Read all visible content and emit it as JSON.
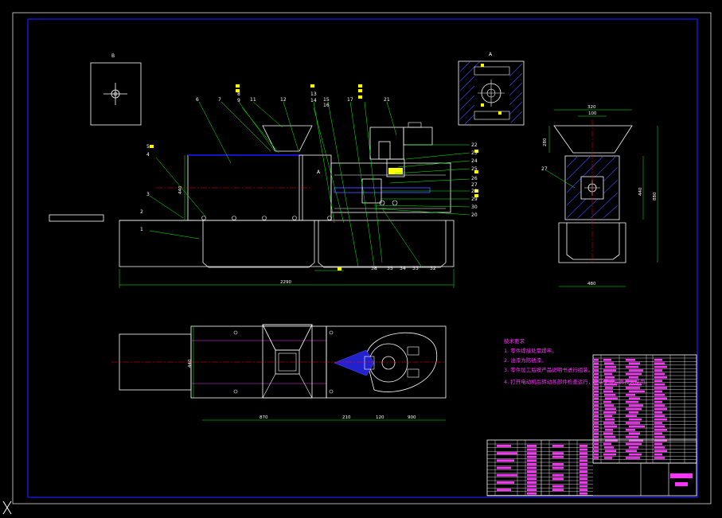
{
  "colors": {
    "background": "#000000",
    "frame": "#1a1aff",
    "outline": "#ffffff",
    "leader": "#00ff00",
    "center": "#ff0000",
    "note": "#ff33ff",
    "highlight": "#ffff00",
    "hatch": "#4444ff"
  },
  "views": {
    "detail_b_label": "B",
    "detail_a_label": "A",
    "front_dims": {
      "overall_length": "2290",
      "height": "440"
    },
    "side_dims": {
      "top_width": "320",
      "inner_width": "100",
      "hopper_height": "280",
      "height_a": "440",
      "height_b": "880",
      "base_width": "480"
    },
    "plan_dims": {
      "d1": "870",
      "d2": "210",
      "d3": "120",
      "d4": "900",
      "width": "440"
    },
    "part_labels_top": [
      "6",
      "7",
      "8",
      "9",
      "11",
      "12",
      "13",
      "14",
      "15",
      "16",
      "17",
      "21"
    ],
    "part_labels_right": [
      "22",
      "23",
      "24",
      "25",
      "26",
      "27",
      "28",
      "29",
      "30",
      "20"
    ],
    "part_labels_bottom": [
      "38",
      "35",
      "34",
      "33",
      "32"
    ],
    "part_labels_left": [
      "5",
      "4",
      "3",
      "2",
      "1"
    ],
    "side_label": "27",
    "section_marker": "A"
  },
  "notes": {
    "title": "技术要求",
    "lines": [
      "1. 零件焊接处需焊牢。",
      "2. 油漆为防锈漆。",
      "3. 零件加工后按产品说明书进行组装。",
      "4. 打开电动机后转动各部件检查运行，确认无误后再投入使用。"
    ]
  }
}
